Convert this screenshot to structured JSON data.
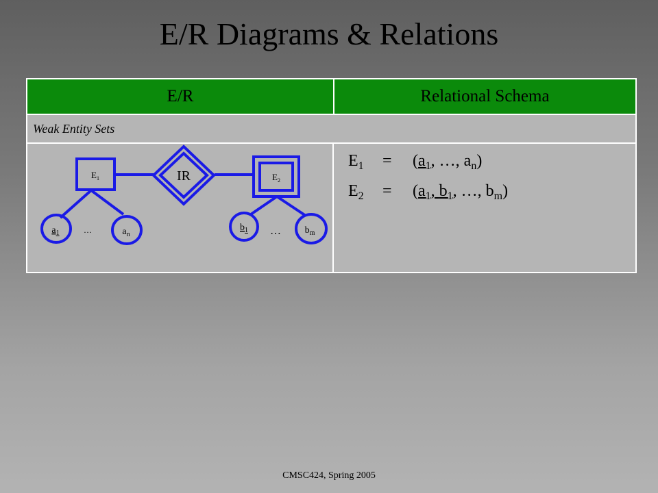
{
  "slide": {
    "title": "E/R Diagrams & Relations",
    "footer": "CMSC424, Spring 2005"
  },
  "table": {
    "header": {
      "er": "E/R",
      "relational": "Relational Schema"
    },
    "section_label": "Weak Entity Sets"
  },
  "diagram": {
    "entity1": "E",
    "entity1_sub": "1",
    "entity2": "E",
    "entity2_sub": "2",
    "relationship": "IR",
    "attr_a1": "a",
    "attr_a1_sub": "1",
    "attr_an": "a",
    "attr_an_sub": "n",
    "attr_b1": "b",
    "attr_b1_sub": "1",
    "attr_bm": "b",
    "attr_bm_sub": "m",
    "ellipsis_a": "…",
    "ellipsis_b": "…"
  },
  "schema": {
    "row1": {
      "entity": "E",
      "entity_sub": "1",
      "equals": "=",
      "open": "(",
      "key1": "a",
      "key1_sub": "1",
      "rest": ", …, a",
      "rest_sub": "n",
      "close": ")"
    },
    "row2": {
      "entity": "E",
      "entity_sub": "2",
      "equals": "=",
      "open": "(",
      "key1": "a",
      "key1_sub": "1",
      "sep": ", ",
      "key2": "b",
      "key2_sub": "1",
      "rest": ", …, b",
      "rest_sub": "m",
      "close": ")"
    }
  },
  "colors": {
    "header_bg": "#0b8a0b",
    "diagram_stroke": "#1a1ae6",
    "table_border": "#ffffff"
  }
}
